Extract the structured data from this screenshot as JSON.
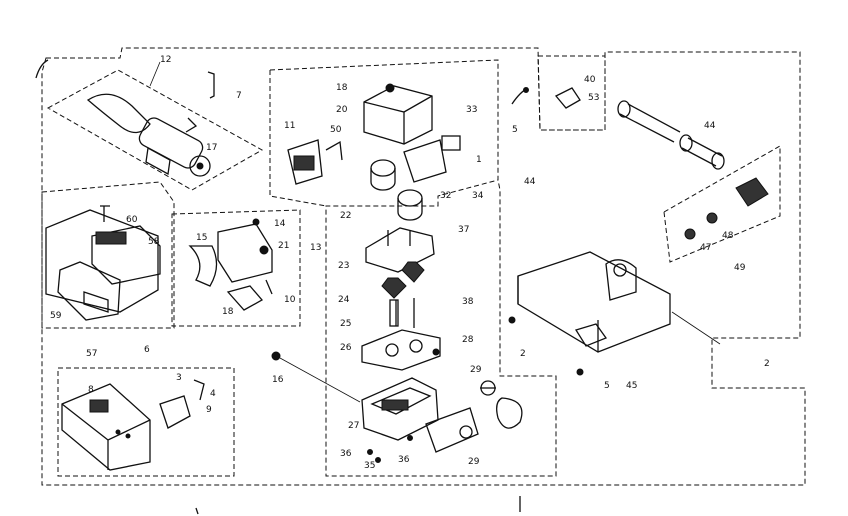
{
  "callouts": {
    "c12": "12",
    "c7": "7",
    "c17": "17",
    "c18a": "18",
    "c20": "20",
    "c11": "11",
    "c50a": "50",
    "c33": "33",
    "c1": "1",
    "c32": "32",
    "c34": "34",
    "c22": "22",
    "c37": "37",
    "c44a": "44",
    "c5a": "5",
    "c40": "40",
    "c53": "53",
    "c44b": "44",
    "c47": "47",
    "c48": "48",
    "c49": "49",
    "c60": "60",
    "c58": "58",
    "c59": "59",
    "c57": "57",
    "c14": "14",
    "c15": "15",
    "c21": "21",
    "c13": "13",
    "c10": "10",
    "c18b": "18",
    "c23": "23",
    "c24": "24",
    "c25": "25",
    "c26": "26",
    "c38": "38",
    "c28": "28",
    "c2a": "2",
    "c5b": "5",
    "c45": "45",
    "c2b": "2",
    "c6": "6",
    "c8": "8",
    "c3": "3",
    "c4": "4",
    "c9": "9",
    "c16": "16",
    "c29a": "29",
    "c27": "27",
    "c36a": "36",
    "c35": "35",
    "c36b": "36",
    "c29b": "29"
  }
}
